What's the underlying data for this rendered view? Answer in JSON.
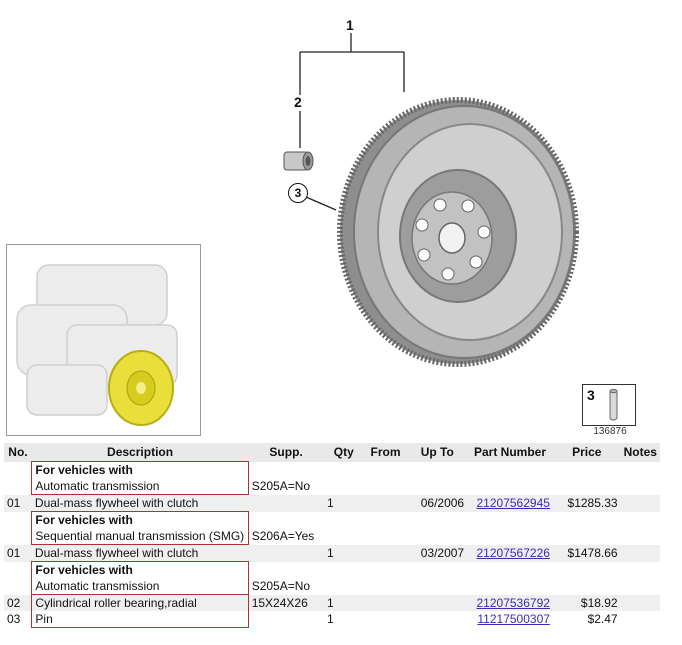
{
  "diagram": {
    "callouts": [
      "1",
      "2",
      "3"
    ],
    "legend": {
      "number": "3",
      "code": "136876"
    }
  },
  "table": {
    "headers": [
      "No.",
      "Description",
      "Supp.",
      "Qty",
      "From",
      "Up To",
      "Part Number",
      "Price",
      "Notes"
    ],
    "groups": [
      {
        "condition_title": "For vehicles with",
        "condition_detail": "Automatic transmission",
        "condition_supp": "S205A=No",
        "rows": [
          {
            "no": "01",
            "description": "Dual-mass flywheel with clutch",
            "supp": "",
            "qty": "1",
            "from": "",
            "up_to": "06/2006",
            "part_number": "21207562945",
            "price": "$1285.33",
            "notes": ""
          }
        ]
      },
      {
        "condition_title": "For vehicles with",
        "condition_detail": "Sequential manual transmission (SMG)",
        "condition_supp": "S206A=Yes",
        "rows": [
          {
            "no": "01",
            "description": "Dual-mass flywheel with clutch",
            "supp": "",
            "qty": "1",
            "from": "",
            "up_to": "03/2007",
            "part_number": "21207567226",
            "price": "$1478.66",
            "notes": ""
          }
        ]
      },
      {
        "condition_title": "For vehicles with",
        "condition_detail": "Automatic transmission",
        "condition_supp": "S205A=No",
        "rows": [
          {
            "no": "02",
            "description": "Cylindrical roller bearing,radial",
            "supp": "15X24X26",
            "qty": "1",
            "from": "",
            "up_to": "",
            "part_number": "21207536792",
            "price": "$18.92",
            "notes": ""
          },
          {
            "no": "03",
            "description": "Pin",
            "supp": "",
            "qty": "1",
            "from": "",
            "up_to": "",
            "part_number": "11217500307",
            "price": "$2.47",
            "notes": ""
          }
        ]
      }
    ]
  }
}
